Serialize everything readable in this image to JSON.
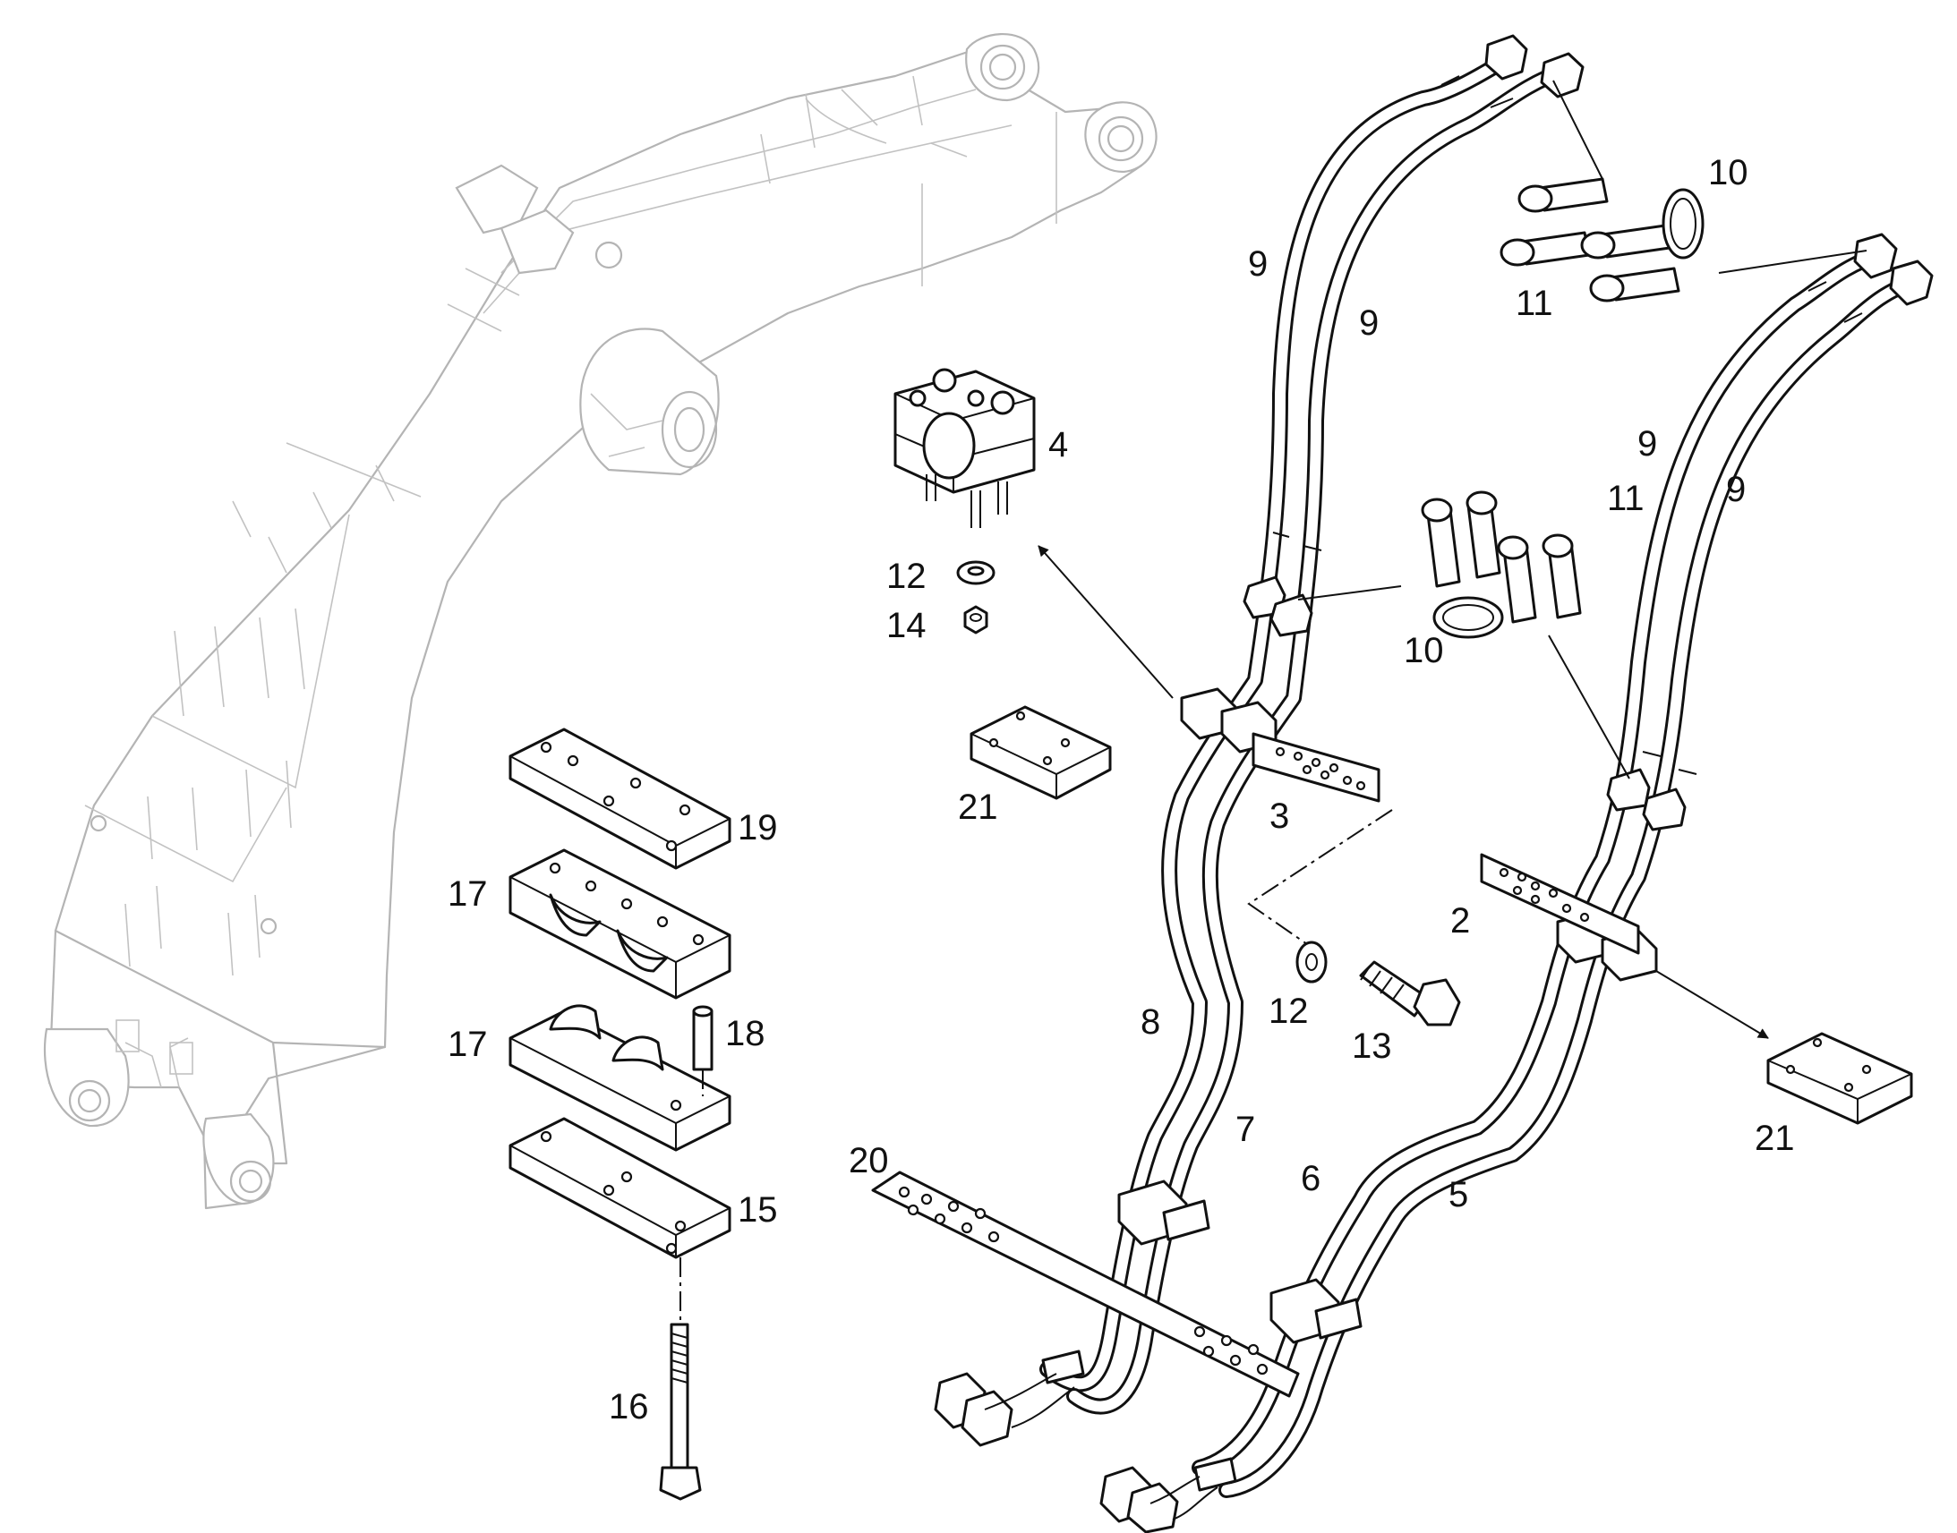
{
  "callouts": [
    {
      "id": "c10a",
      "text": "10"
    },
    {
      "id": "c11a",
      "text": "11"
    },
    {
      "id": "c9a",
      "text": "9"
    },
    {
      "id": "c9b",
      "text": "9"
    },
    {
      "id": "c9c",
      "text": "9"
    },
    {
      "id": "c9d",
      "text": "9"
    },
    {
      "id": "c4",
      "text": "4"
    },
    {
      "id": "c12a",
      "text": "12"
    },
    {
      "id": "c14",
      "text": "14"
    },
    {
      "id": "c11b",
      "text": "11"
    },
    {
      "id": "c10b",
      "text": "10"
    },
    {
      "id": "c21a",
      "text": "21"
    },
    {
      "id": "c3",
      "text": "3"
    },
    {
      "id": "c19",
      "text": "19"
    },
    {
      "id": "c17a",
      "text": "17"
    },
    {
      "id": "c2",
      "text": "2"
    },
    {
      "id": "c12b",
      "text": "12"
    },
    {
      "id": "c13",
      "text": "13"
    },
    {
      "id": "c8",
      "text": "8"
    },
    {
      "id": "c17b",
      "text": "17"
    },
    {
      "id": "c18",
      "text": "18"
    },
    {
      "id": "c7",
      "text": "7"
    },
    {
      "id": "c6",
      "text": "6"
    },
    {
      "id": "c5",
      "text": "5"
    },
    {
      "id": "c21b",
      "text": "21"
    },
    {
      "id": "c20",
      "text": "20"
    },
    {
      "id": "c15",
      "text": "15"
    },
    {
      "id": "c16",
      "text": "16"
    }
  ]
}
